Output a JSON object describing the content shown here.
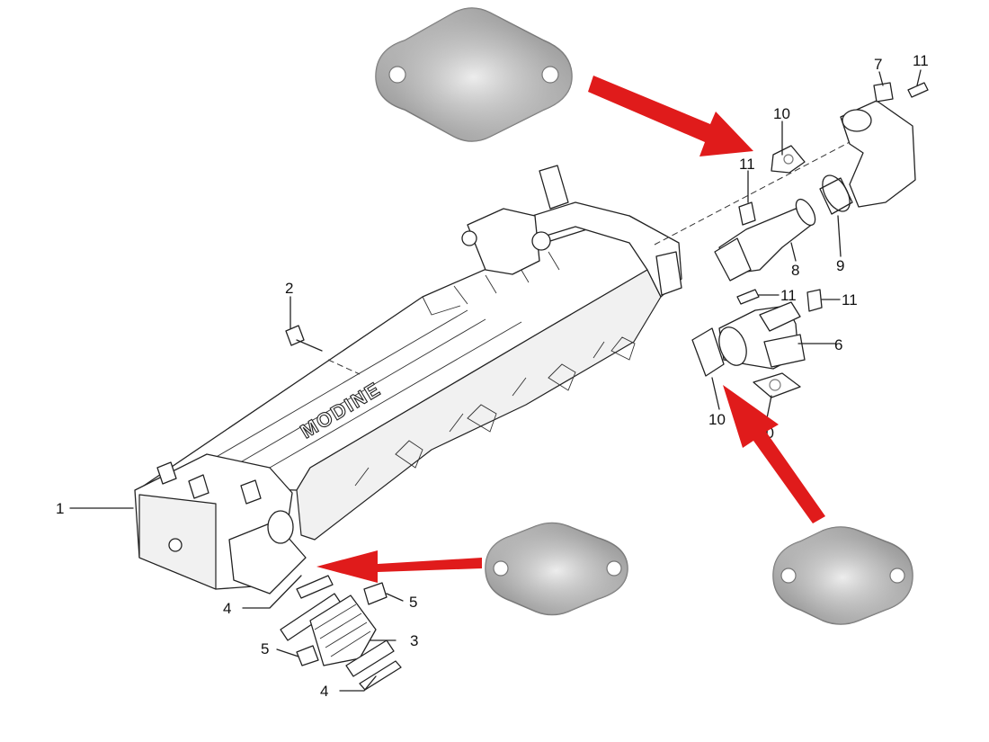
{
  "diagram": {
    "brand_label": "MODINE",
    "callouts": [
      "1",
      "2",
      "3",
      "4",
      "4",
      "5",
      "5",
      "6",
      "7",
      "8",
      "9",
      "10",
      "10",
      "10",
      "11",
      "11",
      "11",
      "11"
    ],
    "colors": {
      "arrow": "#e01b1b",
      "plate": "#b8b8b8",
      "line": "#222222"
    },
    "icons": [
      "blanking-plate-icon",
      "red-arrow-icon"
    ]
  }
}
